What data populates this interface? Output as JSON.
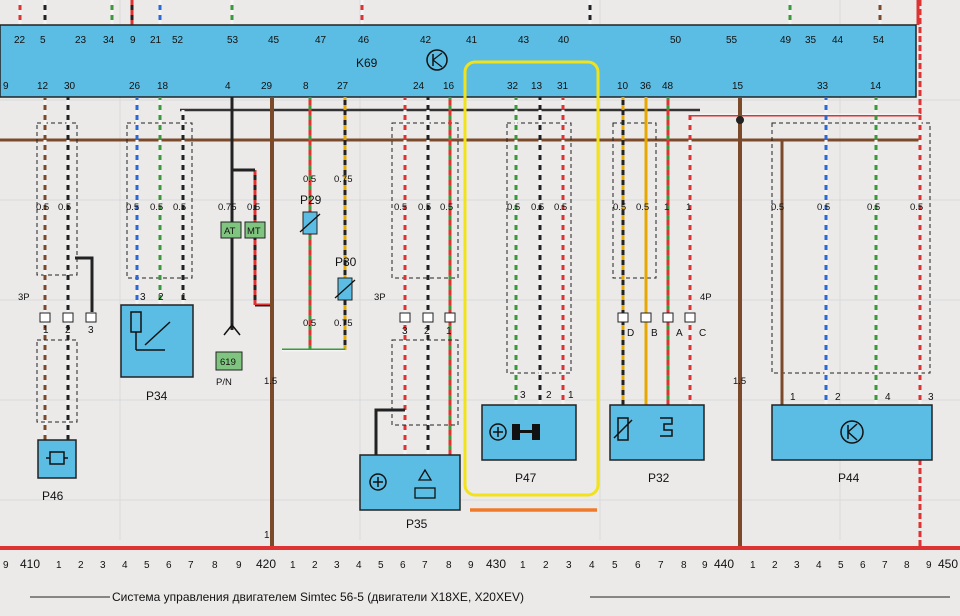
{
  "diagram": {
    "ecu": {
      "label": "K69",
      "top_pins": [
        "22",
        "5",
        "23",
        "34",
        "9",
        "21",
        "52",
        "53",
        "45",
        "47",
        "46",
        "42",
        "41",
        "43",
        "40",
        "50",
        "55",
        "49",
        "35",
        "44",
        "54"
      ],
      "bottom_pins": [
        "9",
        "12",
        "30",
        "26",
        "18",
        "4",
        "29",
        "8",
        "27",
        "24",
        "16",
        "32",
        "13",
        "31",
        "10",
        "36",
        "48",
        "15",
        "33",
        "14"
      ]
    },
    "components": {
      "p46": "P46",
      "p34": "P34",
      "p29": "P29",
      "p30": "P30",
      "p35": "P35",
      "p47": "P47",
      "p32": "P32",
      "p44": "P44",
      "pn_connector": "619",
      "pn_label": "P/N",
      "at_label": "AT",
      "mt_label": "MT"
    },
    "connector_labels": {
      "c3p_left": "3P",
      "c3p_mid": "3P",
      "c4p": "4P",
      "c4p_pins": [
        "D",
        "B",
        "A",
        "C"
      ]
    },
    "gauges": {
      "g05": "0.5",
      "g075": "0.75",
      "g1": "1",
      "g15": "1.5"
    },
    "bus_labels": [
      "410",
      "420",
      "430",
      "440",
      "450"
    ],
    "bus_numbers": [
      "9",
      "1",
      "2",
      "3",
      "4",
      "5",
      "6",
      "7",
      "8",
      "9"
    ],
    "caption": "Система управления двигателем Simtec 56-5 (двигатели X18XE, X20XEV)",
    "highlight_colors": {
      "box": "#f2e21a",
      "underline": "#f07a2a"
    }
  }
}
